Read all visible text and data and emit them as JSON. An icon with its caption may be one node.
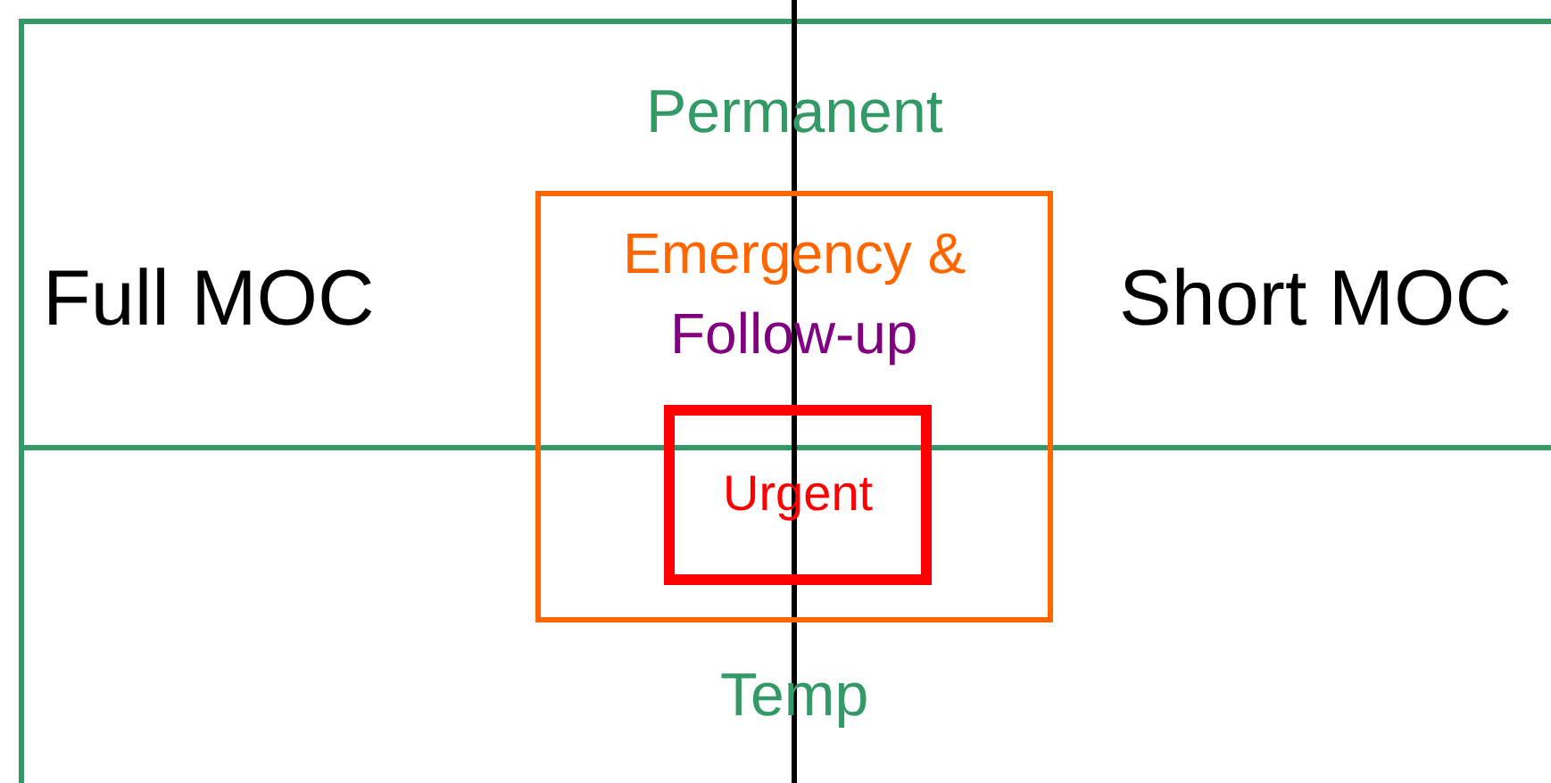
{
  "diagram": {
    "nodes": [
      {
        "text": [
          "Emergency &",
          "Follow-up"
        ]
      },
      {
        "text": [
          "Urgent"
        ],
        "in": 0
      }
    ],
    "edges": [],
    "labels": [
      "Permanent",
      "Full MOC",
      "Short MOC",
      "Temp"
    ]
  }
}
